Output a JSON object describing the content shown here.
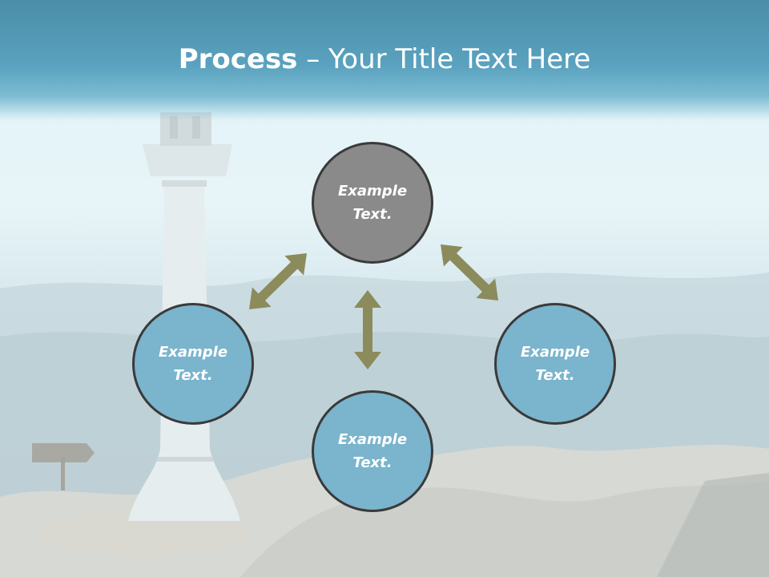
{
  "slide": {
    "title_bold": "Process",
    "title_rest": " – Your Title Text Here"
  },
  "diagram": {
    "nodes": [
      {
        "id": "top",
        "line1": "Example",
        "line2": "Text.",
        "fill": "#8a8a8a"
      },
      {
        "id": "left",
        "line1": "Example",
        "line2": "Text.",
        "fill": "#7ab4cd"
      },
      {
        "id": "bottom",
        "line1": "Example",
        "line2": "Text.",
        "fill": "#7ab4cd"
      },
      {
        "id": "right",
        "line1": "Example",
        "line2": "Text.",
        "fill": "#7ab4cd"
      }
    ],
    "connectors": [
      {
        "from": "top",
        "to": "left",
        "type": "double-arrow"
      },
      {
        "from": "top",
        "to": "right",
        "type": "double-arrow"
      },
      {
        "from": "top",
        "to": "bottom",
        "type": "double-arrow"
      }
    ],
    "arrow_color": "#8b8b5c",
    "outline_color": "#3a3a3a"
  }
}
